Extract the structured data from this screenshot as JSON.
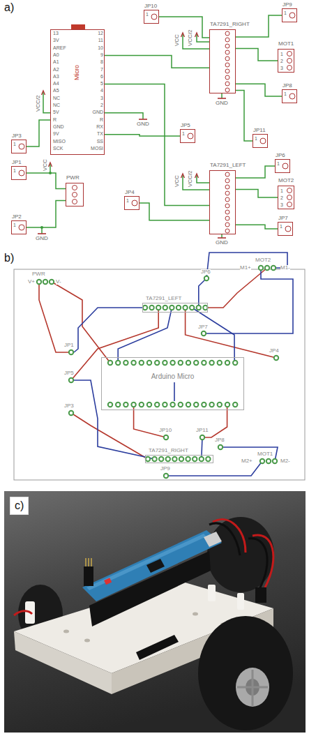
{
  "diagram": {
    "nodes": [
      {
        "text": [
          "JP10",
          "1"
        ]
      },
      {
        "text": [
          "JP9",
          "1"
        ]
      },
      {
        "text": [
          "Micro"
        ]
      },
      {
        "text": [
          "TA7291_RIGHT"
        ]
      },
      {
        "text": [
          "MOT1",
          "1",
          "2",
          "3"
        ]
      },
      {
        "text": [
          "JP8",
          "1"
        ]
      },
      {
        "text": [
          "JP3",
          "1"
        ]
      },
      {
        "text": [
          "JP5",
          "1"
        ]
      },
      {
        "text": [
          "JP11",
          "1"
        ]
      },
      {
        "text": [
          "JP6",
          "1"
        ]
      },
      {
        "text": [
          "JP1",
          "1"
        ]
      },
      {
        "text": [
          "TA7291_LEFT"
        ]
      },
      {
        "text": [
          "PWR"
        ]
      },
      {
        "text": [
          "JP4",
          "1"
        ]
      },
      {
        "text": [
          "MOT2",
          "1",
          "2",
          "3"
        ]
      },
      {
        "text": [
          "JP2",
          "1"
        ]
      },
      {
        "text": [
          "JP7",
          "1"
        ]
      },
      {
        "text": [
          "TA7291_LEFT"
        ]
      },
      {
        "text": [
          "Arduino Micro"
        ]
      },
      {
        "text": [
          "TA7291_RIGHT"
        ]
      }
    ],
    "edges": [
      {
        "from": 0,
        "to": 3,
        "arrow": "none"
      },
      {
        "from": 3,
        "to": 1,
        "arrow": "none"
      },
      {
        "from": 2,
        "to": 3,
        "arrow": "none"
      },
      {
        "from": 3,
        "to": 4,
        "arrow": "none"
      },
      {
        "from": 3,
        "to": 5,
        "arrow": "none"
      },
      {
        "from": 6,
        "to": 2,
        "arrow": "none"
      },
      {
        "from": 2,
        "to": 7,
        "arrow": "none"
      },
      {
        "from": 3,
        "to": 8,
        "arrow": "none"
      },
      {
        "from": 11,
        "to": 9,
        "arrow": "none"
      },
      {
        "from": 10,
        "to": 12,
        "arrow": "none"
      },
      {
        "from": 2,
        "to": 11,
        "arrow": "none"
      },
      {
        "from": 11,
        "to": 14,
        "arrow": "none"
      },
      {
        "from": 13,
        "to": 11,
        "arrow": "none"
      },
      {
        "from": 15,
        "to": 12,
        "arrow": "none"
      },
      {
        "from": 11,
        "to": 16,
        "arrow": "none"
      }
    ],
    "labels": [
      "a)",
      "13",
      "3V",
      "AREF",
      "A0",
      "A1",
      "A2",
      "A3",
      "A4",
      "A5",
      "NC",
      "NC",
      "5V",
      "R",
      "GND",
      "9V",
      "MISO",
      "SCK",
      "12",
      "11",
      "10",
      "9",
      "8",
      "7",
      "6",
      "5",
      "4",
      "3",
      "2",
      "GND",
      "R",
      "RX",
      "TX",
      "SS",
      "MOSI",
      "VCC/2",
      "GND",
      "VCC",
      "VCC/2",
      "GND",
      "VCC",
      "VCC",
      "VCC/2",
      "GND",
      "GND",
      "b)",
      "PWR",
      "V+",
      "V-",
      "JP6",
      "MOT2",
      "M1+",
      "M1-",
      "JP7",
      "JP1",
      "JP4",
      "JP5",
      "JP3",
      "JP10",
      "JP11",
      "JP8",
      "MOT1",
      "M2+",
      "M2-",
      "JP9",
      "c)"
    ]
  }
}
